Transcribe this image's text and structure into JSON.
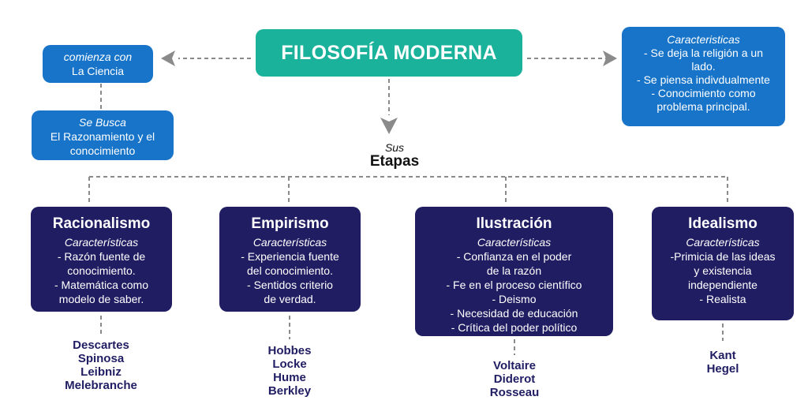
{
  "title": "FILOSOFÍA MODERNA",
  "left_top": {
    "sub": "comienza con",
    "text": "La Ciencia"
  },
  "left_bottom": {
    "sub": "Se Busca",
    "lines": [
      "El Razonamiento y el",
      "conocimiento"
    ]
  },
  "right_box": {
    "sub": "Caracteristicas",
    "lines": [
      "- Se deja la religión a un",
      "lado.",
      "- Se piensa indivdualmente",
      "- Conocimiento como",
      "problema principal."
    ]
  },
  "etapas": {
    "sub": "Sus",
    "label": "Etapas"
  },
  "stages": [
    {
      "title": "Racionalismo",
      "sub": "Características",
      "lines": [
        "- Razón fuente de",
        "conocimiento.",
        "- Matemática como",
        "modelo de saber."
      ],
      "philosophers": [
        "Descartes",
        "Spinosa",
        "Leibniz",
        "Melebranche"
      ]
    },
    {
      "title": "Empirismo",
      "sub": "Características",
      "lines": [
        "- Experiencia fuente",
        "del conocimiento.",
        "- Sentidos criterio",
        "de verdad."
      ],
      "philosophers": [
        "Hobbes",
        "Locke",
        "Hume",
        "Berkley"
      ]
    },
    {
      "title": "Ilustración",
      "sub": "Características",
      "lines": [
        "- Confianza en el poder",
        "de la razón",
        "- Fe en el proceso científico",
        "- Deismo",
        "- Necesidad de educación",
        "- Crítica del poder político"
      ],
      "philosophers": [
        "Voltaire",
        "Diderot",
        "Rosseau"
      ]
    },
    {
      "title": "Idealismo",
      "sub": "Características",
      "lines": [
        "-Primicia de las ideas",
        "y existencia",
        "independiente",
        "- Realista"
      ],
      "philosophers": [
        "Kant",
        "Hegel"
      ]
    }
  ],
  "colors": {
    "title_bg": "#1ab29a",
    "blue_bg": "#1774c8",
    "stage_bg": "#201d63",
    "connector": "#8a8a8a"
  }
}
